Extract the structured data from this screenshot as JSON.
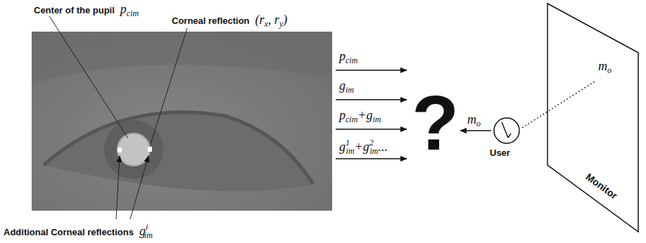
{
  "diagram": {
    "nodes": [
      {
        "text": [
          "User"
        ]
      },
      {
        "text": [
          "Monitor"
        ]
      }
    ],
    "labels": [
      "Center of the pupil",
      "p",
      "cim",
      "Corneal reflection",
      "(r",
      "x",
      ", r",
      "y",
      ")",
      "Additional Corneal reflections",
      "g",
      "i",
      "im",
      "p",
      "cim",
      "g",
      "im",
      "p",
      "cim",
      "+g",
      "im",
      "g",
      "1",
      "im",
      "+g",
      "2",
      "im",
      "...",
      "?",
      "m",
      "o",
      "m",
      "o"
    ]
  }
}
